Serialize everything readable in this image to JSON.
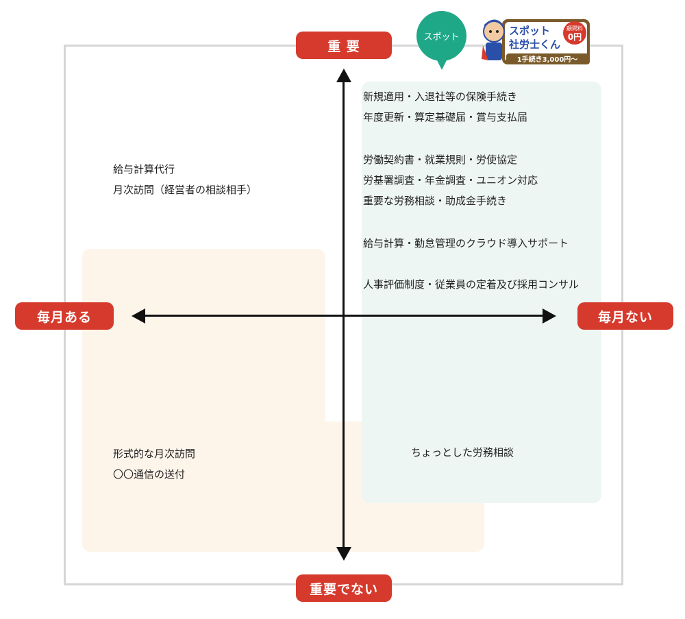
{
  "colors": {
    "label_red": "#d63a2c",
    "bubble_green": "#1fa888",
    "zone_peach": "#fdf4ea",
    "zone_mint": "#eef6f3",
    "frame_gray": "#d6d6d6"
  },
  "axis_labels": {
    "top": "重 要",
    "bottom": "重要でない",
    "left": "毎月ある",
    "right": "毎月ない"
  },
  "bubble": {
    "text": "スポット"
  },
  "mascot": {
    "icon": "mascot-logo-icon",
    "title_line1": "スポット",
    "title_line2": "社労士くん",
    "badge_line1": "顧問料",
    "badge_line2": "0円",
    "price": "1手続き3,000円〜"
  },
  "quadrants": {
    "top_left": {
      "items": [
        "給与計算代行",
        "月次訪問（経営者の相談相手）"
      ]
    },
    "bottom_left": {
      "items": [
        "形式的な月次訪問",
        "〇〇通信の送付"
      ]
    },
    "bottom_right": {
      "items": [
        "ちょっとした労務相談"
      ]
    },
    "top_right": {
      "groups": [
        {
          "items": [
            "新規適用・入退社等の保険手続き",
            "年度更新・算定基礎届・賞与支払届"
          ]
        },
        {
          "items": [
            "労働契約書・就業規則・労使協定",
            "労基署調査・年金調査・ユニオン対応",
            "重要な労務相談・助成金手続き"
          ]
        },
        {
          "items": [
            "給与計算・勤怠管理のクラウド導入サポート"
          ]
        },
        {
          "items": [
            "人事評価制度・従業員の定着及び採用コンサル"
          ]
        }
      ]
    }
  }
}
